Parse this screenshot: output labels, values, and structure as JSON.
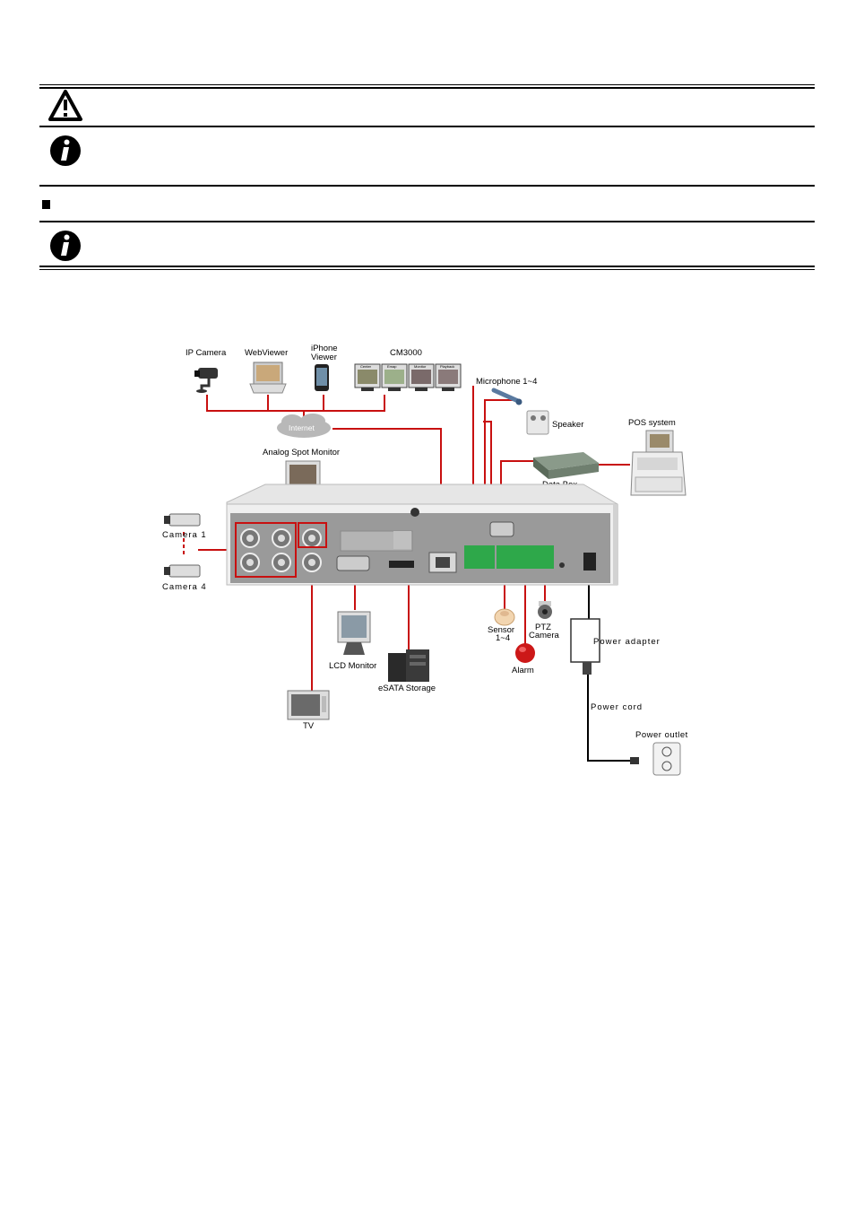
{
  "diagram": {
    "labels": {
      "ip_camera": "IP Camera",
      "webviewer": "WebViewer",
      "iphone_viewer_1": "iPhone",
      "iphone_viewer_2": "Viewer",
      "cm3000": "CM3000",
      "cm3000_tabs": [
        "Center",
        "Emap",
        "Monitor",
        "Playback"
      ],
      "internet": "Internet",
      "microphone": "Microphone 1~4",
      "speaker": "Speaker",
      "pos_system": "POS system",
      "data_box": "Data Box",
      "analog_spot_monitor": "Analog Spot Monitor",
      "camera_1": "Camera 1",
      "camera_4": "Camera 4",
      "lcd_monitor": "LCD Monitor",
      "esata_storage": "eSATA Storage",
      "tv": "TV",
      "sensor_1": "Sensor",
      "sensor_2": "1~4",
      "alarm": "Alarm",
      "ptz_1": "PTZ",
      "ptz_2": "Camera",
      "power_adapter": "Power adapter",
      "power_cord": "Power cord",
      "power_outlet": "Power outlet"
    },
    "colors": {
      "cable": "#c81010",
      "dvr_body": "#e6e6e6",
      "dvr_panel": "#9a9a9a"
    }
  }
}
